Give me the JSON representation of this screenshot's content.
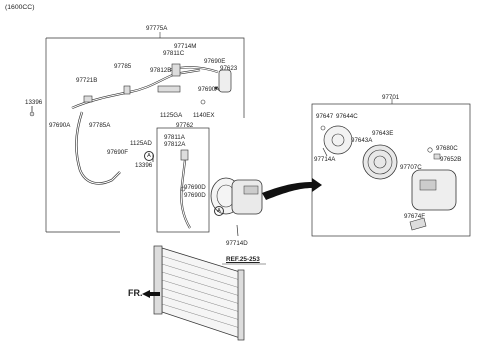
{
  "header": {
    "engine": "(1600CC)"
  },
  "group_labels": {
    "hose_group": "97775A",
    "discharge_group": "97762",
    "compressor_group": "97701"
  },
  "parts": {
    "p97714M": "97714M",
    "p97811C": "97811C",
    "p97690E": "97690E",
    "p97785": "97785",
    "p97812B": "97812B",
    "p97623": "97623",
    "p97721B": "97721B",
    "p13396a": "13396",
    "p97690A_r": "97690A",
    "p1125GA": "1125GA",
    "p1140EX": "1140EX",
    "p97690A_l": "97690A",
    "p97785A": "97785A",
    "p97811A": "97811A",
    "p97812A": "97812A",
    "p1125AD": "1125AD",
    "p97690F": "97690F",
    "p13396b": "13396",
    "p97690D_1": "97690D",
    "p97690D_2": "97690D",
    "p97714D": "97714D",
    "p97647": "97647",
    "p97644C": "97644C",
    "p97643E": "97643E",
    "p97643A": "97643A",
    "p97714A": "97714A",
    "p97680C": "97680C",
    "p97652B": "97652B",
    "p97707C": "97707C",
    "p97674F": "97674F"
  },
  "callouts": {
    "a1": "A",
    "a2": "A"
  },
  "reference": {
    "label": "REF.25-253"
  },
  "direction": {
    "label": "FR."
  }
}
